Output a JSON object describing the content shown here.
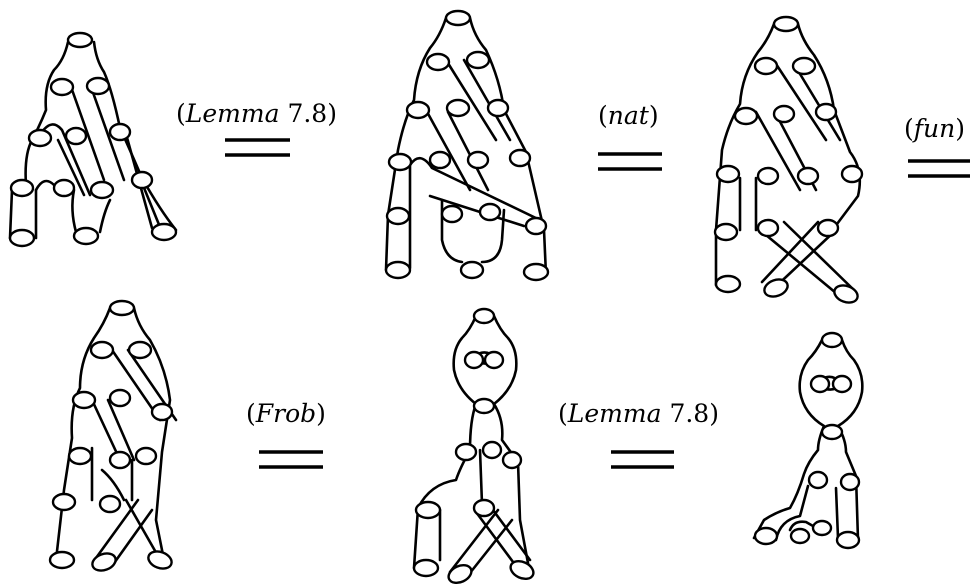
{
  "relations": [
    {
      "name": "Lemma",
      "ref": "7.8"
    },
    {
      "name": "nat",
      "ref": ""
    },
    {
      "name": "fun",
      "ref": ""
    },
    {
      "name": "Frob",
      "ref": ""
    },
    {
      "name": "Lemma",
      "ref": "7.8"
    }
  ],
  "colors": {
    "ink": "#000000",
    "background": "#ffffff"
  }
}
